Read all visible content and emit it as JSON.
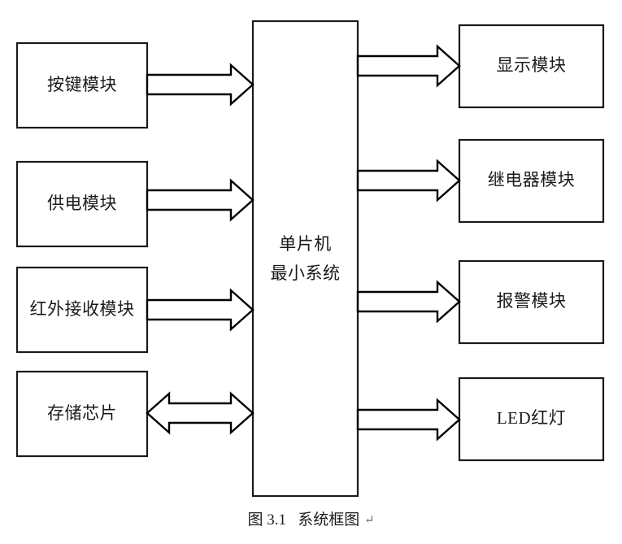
{
  "figure": {
    "caption_number": "图 3.1",
    "caption_title": "系统框图",
    "caption_mark": "↵",
    "background_color": "#ffffff",
    "line_color": "#000000",
    "text_color": "#1b1b1b"
  },
  "center": {
    "label_line1": "单片机",
    "label_line2": "最小系统"
  },
  "inputs": [
    {
      "label": "按键模块",
      "arrow": "single-right"
    },
    {
      "label": "供电模块",
      "arrow": "single-right"
    },
    {
      "label": "红外接收模块",
      "arrow": "single-right"
    },
    {
      "label": "存储芯片",
      "arrow": "double-headed"
    }
  ],
  "outputs": [
    {
      "label": "显示模块",
      "arrow": "single-right"
    },
    {
      "label": "继电器模块",
      "arrow": "single-right"
    },
    {
      "label": "报警模块",
      "arrow": "single-right"
    },
    {
      "label": "LED红灯",
      "arrow": "single-right"
    }
  ]
}
